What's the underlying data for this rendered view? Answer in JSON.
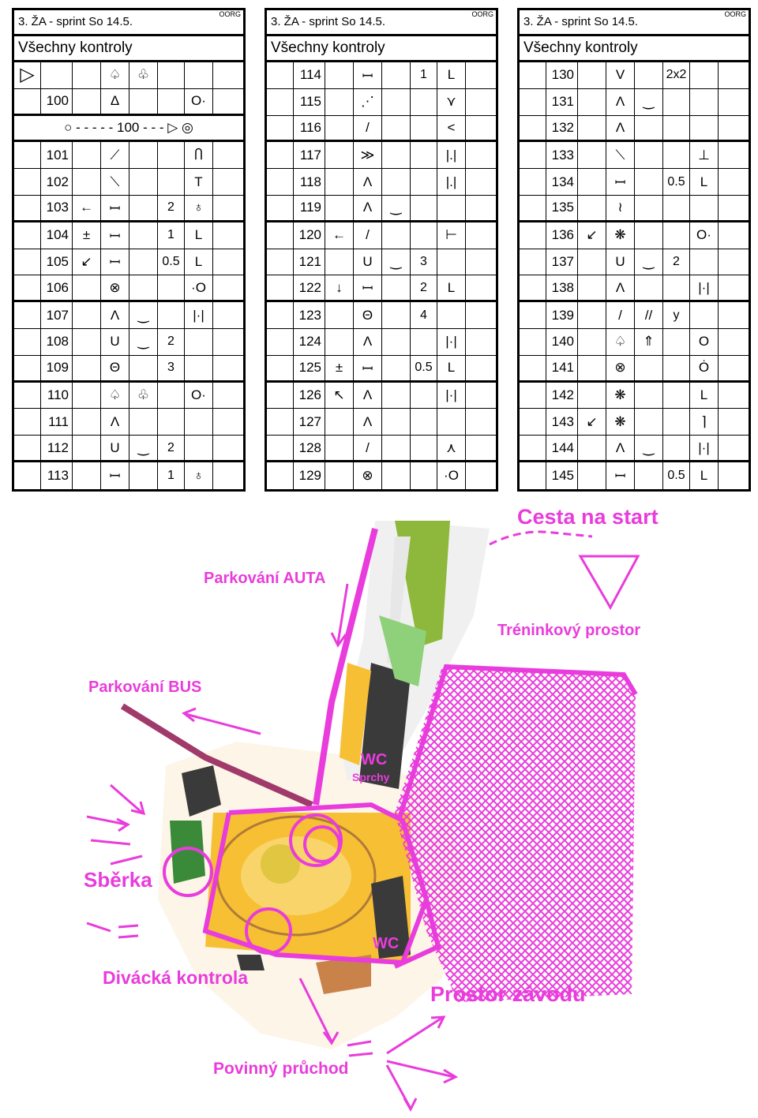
{
  "sheets": [
    {
      "title": "3. ŽA - sprint So 14.5.",
      "org": "OORG",
      "subtitle": "Všechny kontroly",
      "start_row": {
        "c3": "♤",
        "c4": "♧"
      },
      "rows": [
        {
          "num": "100",
          "c2": "",
          "c3": "Δ",
          "c4": "",
          "c5": "",
          "c6": "O·"
        },
        {
          "legend": "100"
        },
        {
          "num": "101",
          "c2": "",
          "c3": "⟋",
          "c4": "",
          "c5": "",
          "c6": "Ⴖ"
        },
        {
          "num": "102",
          "c2": "",
          "c3": "⟍",
          "c4": "",
          "c5": "",
          "c6": "T"
        },
        {
          "num": "103",
          "c2": "←",
          "c3": "ꟷ",
          "c4": "",
          "c5": "2",
          "c6": "♁"
        },
        {
          "num": "104",
          "c2": "±",
          "c3": "ꟷ",
          "c4": "",
          "c5": "1",
          "c6": "L"
        },
        {
          "num": "105",
          "c2": "↙",
          "c3": "ꟷ",
          "c4": "",
          "c5": "0.5",
          "c6": "L"
        },
        {
          "num": "106",
          "c2": "",
          "c3": "⊗",
          "c4": "",
          "c5": "",
          "c6": "·O"
        },
        {
          "num": "107",
          "c2": "",
          "c3": "Λ",
          "c4": "‿",
          "c5": "",
          "c6": "|·|"
        },
        {
          "num": "108",
          "c2": "",
          "c3": "U",
          "c4": "‿",
          "c5": "2",
          "c6": ""
        },
        {
          "num": "109",
          "c2": "",
          "c3": "Θ",
          "c4": "",
          "c5": "3",
          "c6": ""
        },
        {
          "num": "110",
          "c2": "",
          "c3": "♤",
          "c4": "♧",
          "c5": "",
          "c6": "O·"
        },
        {
          "num": "111",
          "c2": "",
          "c3": "Λ",
          "c4": "",
          "c5": "",
          "c6": ""
        },
        {
          "num": "112",
          "c2": "",
          "c3": "U",
          "c4": "‿",
          "c5": "2",
          "c6": ""
        },
        {
          "num": "113",
          "c2": "",
          "c3": "ꟷ",
          "c4": "",
          "c5": "1",
          "c6": "♁"
        }
      ]
    },
    {
      "title": "3. ŽA - sprint So 14.5.",
      "org": "OORG",
      "subtitle": "Všechny kontroly",
      "rows": [
        {
          "num": "114",
          "c2": "",
          "c3": "ꟷ",
          "c4": "",
          "c5": "1",
          "c6": "L"
        },
        {
          "num": "115",
          "c2": "",
          "c3": "⋰",
          "c4": "",
          "c5": "",
          "c6": "⋎"
        },
        {
          "num": "116",
          "c2": "",
          "c3": "/",
          "c4": "",
          "c5": "",
          "c6": "<"
        },
        {
          "num": "117",
          "c2": "",
          "c3": "≫",
          "c4": "",
          "c5": "",
          "c6": "|.|"
        },
        {
          "num": "118",
          "c2": "",
          "c3": "Λ",
          "c4": "",
          "c5": "",
          "c6": "|.|"
        },
        {
          "num": "119",
          "c2": "",
          "c3": "Λ",
          "c4": "‿",
          "c5": "",
          "c6": ""
        },
        {
          "num": "120",
          "c2": "←",
          "c3": "/",
          "c4": "",
          "c5": "",
          "c6": "⊢"
        },
        {
          "num": "121",
          "c2": "",
          "c3": "U",
          "c4": "‿",
          "c5": "3",
          "c6": ""
        },
        {
          "num": "122",
          "c2": "↓",
          "c3": "ꟷ",
          "c4": "",
          "c5": "2",
          "c6": "L"
        },
        {
          "num": "123",
          "c2": "",
          "c3": "Θ",
          "c4": "",
          "c5": "4",
          "c6": ""
        },
        {
          "num": "124",
          "c2": "",
          "c3": "Λ",
          "c4": "",
          "c5": "",
          "c6": "|·|"
        },
        {
          "num": "125",
          "c2": "±",
          "c3": "ꟷ",
          "c4": "",
          "c5": "0.5",
          "c6": "L"
        },
        {
          "num": "126",
          "c2": "↖",
          "c3": "Λ",
          "c4": "",
          "c5": "",
          "c6": "|·|"
        },
        {
          "num": "127",
          "c2": "",
          "c3": "Λ",
          "c4": "",
          "c5": "",
          "c6": ""
        },
        {
          "num": "128",
          "c2": "",
          "c3": "/",
          "c4": "",
          "c5": "",
          "c6": "⋏"
        },
        {
          "num": "129",
          "c2": "",
          "c3": "⊗",
          "c4": "",
          "c5": "",
          "c6": "·O"
        }
      ]
    },
    {
      "title": "3. ŽA - sprint So 14.5.",
      "org": "OORG",
      "subtitle": "Všechny kontroly",
      "rows": [
        {
          "num": "130",
          "c2": "",
          "c3": "V",
          "c4": "",
          "c5": "2x2",
          "c6": ""
        },
        {
          "num": "131",
          "c2": "",
          "c3": "Λ",
          "c4": "‿",
          "c5": "",
          "c6": ""
        },
        {
          "num": "132",
          "c2": "",
          "c3": "Λ",
          "c4": "",
          "c5": "",
          "c6": ""
        },
        {
          "num": "133",
          "c2": "",
          "c3": "⟍",
          "c4": "",
          "c5": "",
          "c6": "⊥"
        },
        {
          "num": "134",
          "c2": "",
          "c3": "ꟷ",
          "c4": "",
          "c5": "0.5",
          "c6": "L"
        },
        {
          "num": "135",
          "c2": "",
          "c3": "≀",
          "c4": "",
          "c5": "",
          "c6": ""
        },
        {
          "num": "136",
          "c2": "↙",
          "c3": "❋",
          "c4": "",
          "c5": "",
          "c6": "O·"
        },
        {
          "num": "137",
          "c2": "",
          "c3": "U",
          "c4": "‿",
          "c5": "2",
          "c6": ""
        },
        {
          "num": "138",
          "c2": "",
          "c3": "Λ",
          "c4": "",
          "c5": "",
          "c6": "|·|"
        },
        {
          "num": "139",
          "c2": "",
          "c3": "/",
          "c4": "//",
          "c5": "y",
          "c6": ""
        },
        {
          "num": "140",
          "c2": "",
          "c3": "♤",
          "c4": "⇑",
          "c5": "",
          "c6": "O"
        },
        {
          "num": "141",
          "c2": "",
          "c3": "⊗",
          "c4": "",
          "c5": "",
          "c6": "Ȯ"
        },
        {
          "num": "142",
          "c2": "",
          "c3": "❋",
          "c4": "",
          "c5": "",
          "c6": "L"
        },
        {
          "num": "143",
          "c2": "↙",
          "c3": "❋",
          "c4": "",
          "c5": "",
          "c6": "⌉"
        },
        {
          "num": "144",
          "c2": "",
          "c3": "Λ",
          "c4": "‿",
          "c5": "",
          "c6": "|·|"
        },
        {
          "num": "145",
          "c2": "",
          "c3": "ꟷ",
          "c4": "",
          "c5": "0.5",
          "c6": "L"
        }
      ]
    }
  ],
  "map_labels": {
    "cesta": "Cesta na start",
    "auta": "Parkování AUTA",
    "treninkovy": "Tréninkový prostor",
    "bus": "Parkování BUS",
    "wc1": "WC",
    "sprchy": "Sprchy",
    "sberka": "Sběrka",
    "wc2": "WC",
    "divacka": "Divácká kontrola",
    "prostor": "Prostor závodu",
    "pruchod": "Povinný průchod"
  },
  "colors": {
    "overprint": "#e93cdc",
    "yellow": "#f7bf33",
    "olive": "#8db83b",
    "green": "#8fd07a",
    "building": "#3a3a3a"
  }
}
